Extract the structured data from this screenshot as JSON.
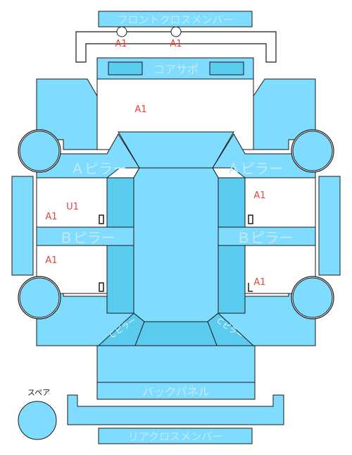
{
  "labels": {
    "front_cross_member": "フロントクロスメンバー",
    "core_support": "コアサポ",
    "a_pillar_left": "Ａピラー",
    "a_pillar_right": "Ａピラー",
    "b_pillar_left": "Ｂピラー",
    "b_pillar_right": "Ｂピラー",
    "back_panel": "バックパネル",
    "rear_cross_member": "リアクロスメンバー",
    "spare": "スペア",
    "pillar_left": "Ｃピラー",
    "pillar_right": "Ｃピラー"
  },
  "damage_codes": {
    "front_member_left": "A1",
    "front_member_right": "A1",
    "hood_area": "A1",
    "front_left_inner": "U1",
    "front_left_lower": "A1",
    "rear_left": "A1",
    "front_right": "A1",
    "rear_right": "A1"
  },
  "colors": {
    "panel": "#7fdcff",
    "panel_dark": "#5ccbf0",
    "code": "#e8443c"
  }
}
